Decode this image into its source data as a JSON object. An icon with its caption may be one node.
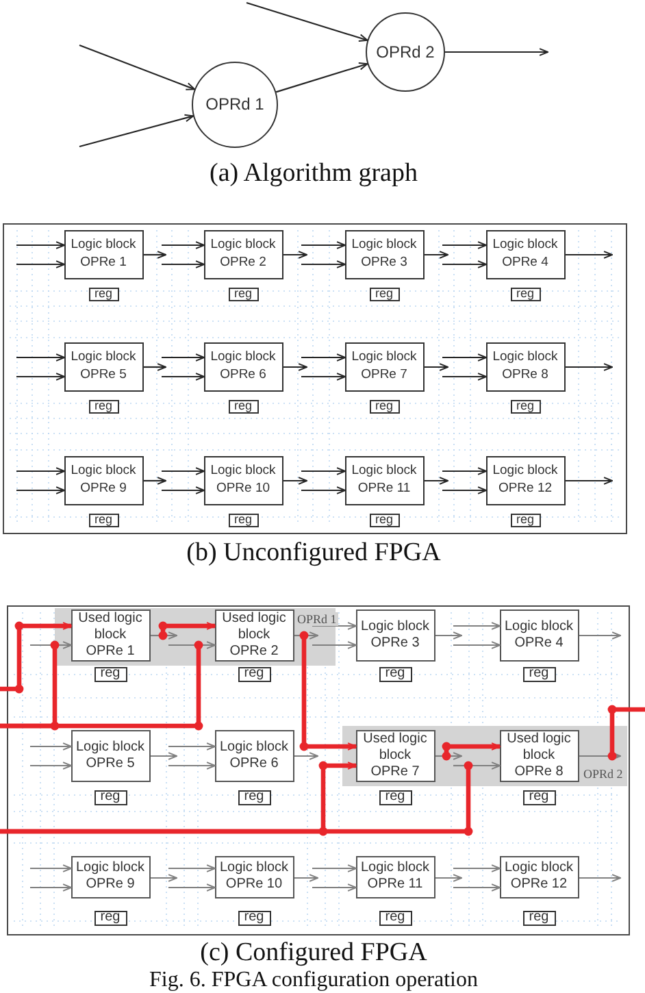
{
  "diagram": {
    "caption": "Fig. 6. FPGA configuration operation",
    "nodes": [
      {
        "text": [
          "OPRd 1"
        ]
      },
      {
        "text": [
          "OPRd 2"
        ]
      },
      {
        "text": [],
        "shape": "box"
      },
      {
        "text": [
          "Logic block OPRe 1"
        ],
        "in": 2
      },
      {
        "text": [
          "Logic block OPRe 2"
        ],
        "in": 2
      },
      {
        "text": [
          "Logic block OPRe 3"
        ],
        "in": 2
      },
      {
        "text": [
          "Logic block OPRe 4"
        ],
        "in": 2
      },
      {
        "text": [
          "reg"
        ],
        "in": 2
      },
      {
        "text": [
          "reg"
        ],
        "in": 2
      },
      {
        "text": [
          "reg"
        ],
        "in": 2
      },
      {
        "text": [
          "reg"
        ],
        "in": 2
      },
      {
        "text": [
          "Logic block OPRe 5"
        ],
        "in": 2
      },
      {
        "text": [
          "Logic block OPRe 6"
        ],
        "in": 2
      },
      {
        "text": [
          "Logic block OPRe 7"
        ],
        "in": 2
      },
      {
        "text": [
          "Logic block OPRe 8"
        ],
        "in": 2
      },
      {
        "text": [
          "reg"
        ],
        "in": 2
      },
      {
        "text": [
          "reg"
        ],
        "in": 2
      },
      {
        "text": [
          "reg"
        ],
        "in": 2
      },
      {
        "text": [
          "reg"
        ],
        "in": 2
      },
      {
        "text": [
          "Logic block OPRe 9"
        ],
        "in": 2
      },
      {
        "text": [
          "Logic block OPRe 10"
        ],
        "in": 2
      },
      {
        "text": [
          "Logic block OPRe 11"
        ],
        "in": 2
      },
      {
        "text": [
          "Logic block OPRe 12"
        ],
        "in": 2
      },
      {
        "text": [
          "reg"
        ],
        "in": 2
      },
      {
        "text": [
          "reg"
        ],
        "in": 2
      },
      {
        "text": [
          "reg"
        ],
        "in": 2
      },
      {
        "text": [
          "reg"
        ],
        "in": 2
      },
      {
        "text": [],
        "shape": "box"
      },
      {
        "text": [],
        "shape": "band",
        "in": 27
      },
      {
        "text": [
          "Used logic block OPRe 1"
        ],
        "in": 28
      },
      {
        "text": [
          "Used logic block OPRe 2"
        ],
        "in": 28
      },
      {
        "text": [
          "Logic block OPRe 3"
        ],
        "in": 27
      },
      {
        "text": [
          "Logic block OPRe 4"
        ],
        "in": 27
      },
      {
        "text": [
          "reg"
        ],
        "in": 27
      },
      {
        "text": [
          "reg"
        ],
        "in": 27
      },
      {
        "text": [
          "reg"
        ],
        "in": 27
      },
      {
        "text": [
          "reg"
        ],
        "in": 27
      },
      {
        "text": [],
        "shape": "band",
        "in": 27
      },
      {
        "text": [
          "Logic block OPRe 5"
        ],
        "in": 27
      },
      {
        "text": [
          "Logic block OPRe 6"
        ],
        "in": 27
      },
      {
        "text": [
          "Used logic block OPRe 7"
        ],
        "in": 37
      },
      {
        "text": [
          "Used logic block OPRe 8"
        ],
        "in": 37
      },
      {
        "text": [
          "reg"
        ],
        "in": 27
      },
      {
        "text": [
          "reg"
        ],
        "in": 27
      },
      {
        "text": [
          "reg"
        ],
        "in": 27
      },
      {
        "text": [
          "reg"
        ],
        "in": 27
      },
      {
        "text": [
          "Logic block OPRe 9"
        ],
        "in": 27
      },
      {
        "text": [
          "Logic block OPRe 10"
        ],
        "in": 27
      },
      {
        "text": [
          "Logic block OPRe 11"
        ],
        "in": 27
      },
      {
        "text": [
          "Logic block OPRe 12"
        ],
        "in": 27
      },
      {
        "text": [
          "reg"
        ],
        "in": 27
      },
      {
        "text": [
          "reg"
        ],
        "in": 27
      },
      {
        "text": [
          "reg"
        ],
        "in": 27
      },
      {
        "text": [
          "reg"
        ],
        "in": 27
      }
    ],
    "edges": [
      {
        "from": null,
        "to": 0,
        "arrow": "to"
      },
      {
        "from": null,
        "to": 0,
        "arrow": "to"
      },
      {
        "from": null,
        "to": 1,
        "arrow": "to"
      },
      {
        "from": 0,
        "to": 1,
        "arrow": "to"
      },
      {
        "from": 1,
        "to": null,
        "arrow": "to"
      },
      {
        "from": null,
        "to": 3,
        "arrow": "to"
      },
      {
        "from": null,
        "to": 3,
        "arrow": "to"
      },
      {
        "from": 3,
        "to": null,
        "arrow": "to"
      },
      {
        "from": null,
        "to": 4,
        "arrow": "to"
      },
      {
        "from": null,
        "to": 4,
        "arrow": "to"
      },
      {
        "from": 4,
        "to": null,
        "arrow": "to"
      },
      {
        "from": null,
        "to": 5,
        "arrow": "to"
      },
      {
        "from": null,
        "to": 5,
        "arrow": "to"
      },
      {
        "from": 5,
        "to": null,
        "arrow": "to"
      },
      {
        "from": null,
        "to": 6,
        "arrow": "to"
      },
      {
        "from": null,
        "to": 6,
        "arrow": "to"
      },
      {
        "from": 6,
        "to": null,
        "arrow": "to"
      },
      {
        "from": null,
        "to": 11,
        "arrow": "to"
      },
      {
        "from": null,
        "to": 11,
        "arrow": "to"
      },
      {
        "from": 11,
        "to": null,
        "arrow": "to"
      },
      {
        "from": null,
        "to": 12,
        "arrow": "to"
      },
      {
        "from": null,
        "to": 12,
        "arrow": "to"
      },
      {
        "from": 12,
        "to": null,
        "arrow": "to"
      },
      {
        "from": null,
        "to": 13,
        "arrow": "to"
      },
      {
        "from": null,
        "to": 13,
        "arrow": "to"
      },
      {
        "from": 13,
        "to": null,
        "arrow": "to"
      },
      {
        "from": null,
        "to": 14,
        "arrow": "to"
      },
      {
        "from": null,
        "to": 14,
        "arrow": "to"
      },
      {
        "from": 14,
        "to": null,
        "arrow": "to"
      },
      {
        "from": null,
        "to": 19,
        "arrow": "to"
      },
      {
        "from": null,
        "to": 19,
        "arrow": "to"
      },
      {
        "from": 19,
        "to": null,
        "arrow": "to"
      },
      {
        "from": null,
        "to": 20,
        "arrow": "to"
      },
      {
        "from": null,
        "to": 20,
        "arrow": "to"
      },
      {
        "from": 20,
        "to": null,
        "arrow": "to"
      },
      {
        "from": null,
        "to": 21,
        "arrow": "to"
      },
      {
        "from": null,
        "to": 21,
        "arrow": "to"
      },
      {
        "from": 21,
        "to": null,
        "arrow": "to"
      },
      {
        "from": null,
        "to": 22,
        "arrow": "to"
      },
      {
        "from": null,
        "to": 22,
        "arrow": "to"
      },
      {
        "from": 22,
        "to": null,
        "arrow": "to"
      },
      {
        "from": null,
        "to": 29,
        "arrow": "to",
        "style": "thick",
        "color": "#e8262b"
      },
      {
        "from": null,
        "to": 29,
        "arrow": "to",
        "color": "#808080"
      },
      {
        "from": 29,
        "to": null,
        "arrow": "to",
        "color": "#808080"
      },
      {
        "from": 29,
        "to": 30,
        "arrow": "to",
        "style": "thick",
        "color": "#e8262b"
      },
      {
        "from": null,
        "to": 30,
        "arrow": "to",
        "color": "#808080"
      },
      {
        "from": 30,
        "to": null,
        "arrow": "to",
        "color": "#808080",
        "label": "OPRd 1"
      },
      {
        "from": null,
        "to": 31,
        "arrow": "to",
        "color": "#808080"
      },
      {
        "from": null,
        "to": 31,
        "arrow": "to",
        "color": "#808080"
      },
      {
        "from": 31,
        "to": null,
        "arrow": "to",
        "color": "#808080"
      },
      {
        "from": null,
        "to": 32,
        "arrow": "to",
        "color": "#808080"
      },
      {
        "from": null,
        "to": 32,
        "arrow": "to",
        "color": "#808080"
      },
      {
        "from": 32,
        "to": null,
        "arrow": "to",
        "color": "#808080"
      },
      {
        "from": null,
        "to": 38,
        "arrow": "to",
        "color": "#808080"
      },
      {
        "from": null,
        "to": 38,
        "arrow": "to",
        "color": "#808080"
      },
      {
        "from": 38,
        "to": null,
        "arrow": "to",
        "color": "#808080"
      },
      {
        "from": null,
        "to": 39,
        "arrow": "to",
        "color": "#808080"
      },
      {
        "from": null,
        "to": 39,
        "arrow": "to",
        "color": "#808080"
      },
      {
        "from": 39,
        "to": null,
        "arrow": "to",
        "color": "#808080"
      },
      {
        "from": 30,
        "to": 40,
        "arrow": "to",
        "style": "thick",
        "color": "#e8262b"
      },
      {
        "from": null,
        "to": 40,
        "arrow": "to",
        "style": "thick",
        "color": "#e8262b"
      },
      {
        "from": 40,
        "to": null,
        "arrow": "to",
        "color": "#808080"
      },
      {
        "from": 40,
        "to": 41,
        "arrow": "to",
        "style": "thick",
        "color": "#e8262b"
      },
      {
        "from": null,
        "to": 41,
        "arrow": "to",
        "color": "#808080"
      },
      {
        "from": 41,
        "to": null,
        "arrow": "to",
        "color": "#808080",
        "label": "OPRd 2"
      },
      {
        "from": null,
        "to": 46,
        "arrow": "to",
        "color": "#808080"
      },
      {
        "from": null,
        "to": 46,
        "arrow": "to",
        "color": "#808080"
      },
      {
        "from": 46,
        "to": null,
        "arrow": "to",
        "color": "#808080"
      },
      {
        "from": null,
        "to": 47,
        "arrow": "to",
        "color": "#808080"
      },
      {
        "from": null,
        "to": 47,
        "arrow": "to",
        "color": "#808080"
      },
      {
        "from": 47,
        "to": null,
        "arrow": "to",
        "color": "#808080"
      },
      {
        "from": null,
        "to": 48,
        "arrow": "to",
        "color": "#808080"
      },
      {
        "from": null,
        "to": 48,
        "arrow": "to",
        "color": "#808080"
      },
      {
        "from": 48,
        "to": null,
        "arrow": "to",
        "color": "#808080"
      },
      {
        "from": null,
        "to": 49,
        "arrow": "to",
        "color": "#808080"
      },
      {
        "from": null,
        "to": 49,
        "arrow": "to",
        "color": "#808080"
      },
      {
        "from": 49,
        "to": null,
        "arrow": "to",
        "color": "#808080"
      },
      {
        "from": null,
        "to": 29,
        "arrow": "to",
        "style": "thick",
        "color": "#e8262b"
      },
      {
        "from": null,
        "to": 30,
        "arrow": "to",
        "style": "thick",
        "color": "#e8262b"
      },
      {
        "from": null,
        "to": 41,
        "arrow": "to",
        "style": "thick",
        "color": "#e8262b"
      },
      {
        "from": 41,
        "to": null,
        "arrow": "none",
        "style": "thick",
        "color": "#e8262b"
      }
    ],
    "labels": [
      "(a) Algorithm graph",
      "(b) Unconfigured FPGA",
      "(c) Configured FPGA"
    ]
  }
}
